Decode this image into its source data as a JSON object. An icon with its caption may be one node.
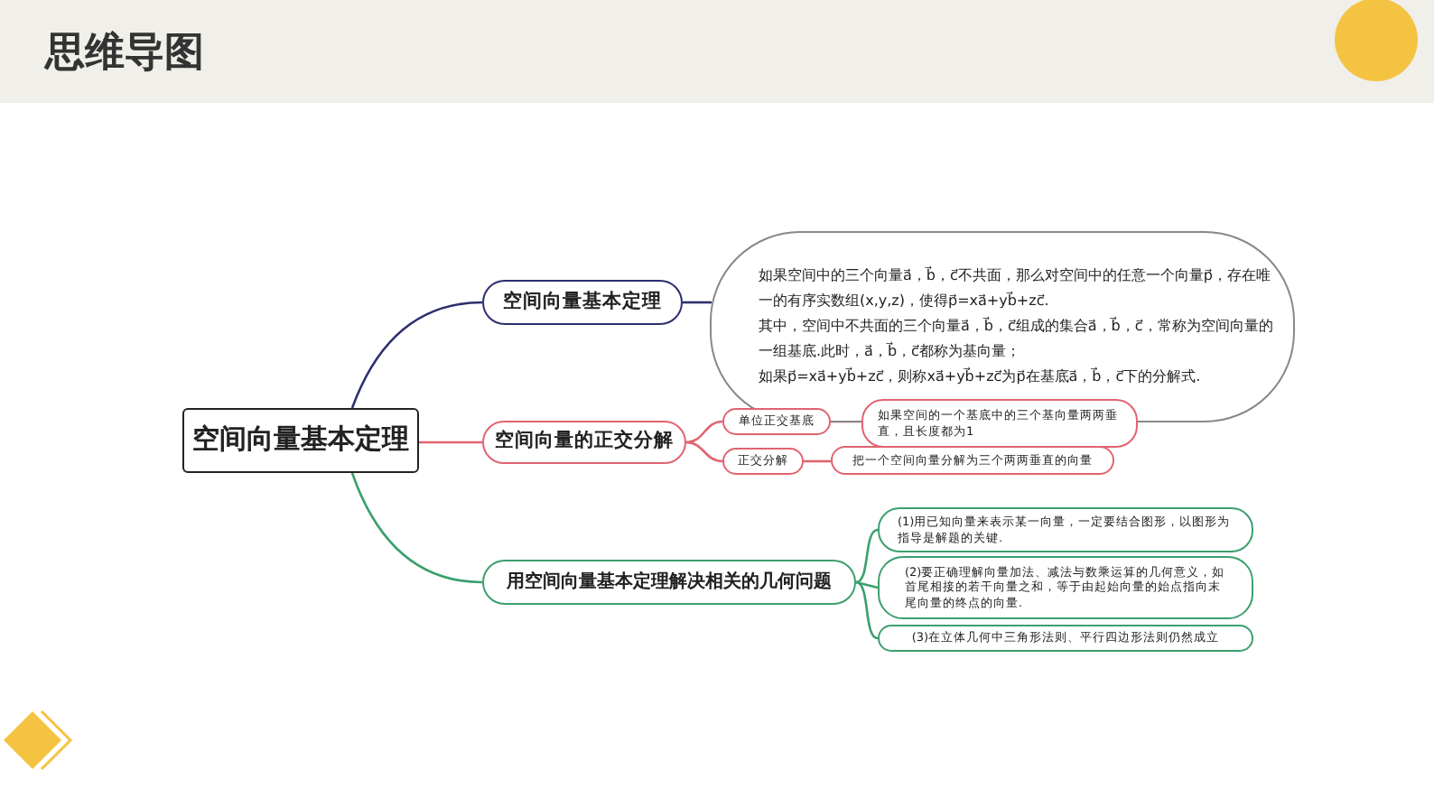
{
  "diagram": {
    "nodes": [
      {
        "text": [
          "空间向量基本定理"
        ]
      },
      {
        "text": [
          "空间向量基本定理"
        ]
      },
      {
        "text": [
          "如果空间中的三个向量a⃗，b⃗，c⃗不共面，那么对空间中的任意一个向量p⃗，存在唯一的有序实数组(x,y,z)，使得p⃗=xa⃗+yb⃗+zc⃗.",
          "其中，空间中不共面的三个向量a⃗，b⃗，c⃗组成的集合a⃗，b⃗，c⃗，常称为空间向量的一组基底.此时，a⃗，b⃗，c⃗都称为基向量；",
          "如果p⃗=xa⃗+yb⃗+zc⃗，则称xa⃗+yb⃗+zc⃗为p⃗在基底a⃗，b⃗，c⃗下的分解式."
        ]
      },
      {
        "text": [
          "空间向量的正交分解"
        ]
      },
      {
        "text": [
          "单位正交基底"
        ]
      },
      {
        "text": [
          "如果空间的一个基底中的三个基向量两两垂直，且长度都为1"
        ]
      },
      {
        "text": [
          "正交分解"
        ]
      },
      {
        "text": [
          "把一个空间向量分解为三个两两垂直的向量"
        ]
      },
      {
        "text": [
          "用空间向量基本定理解决相关的几何问题"
        ]
      },
      {
        "text": [
          "(1)用已知向量来表示某一向量，一定要结合图形，以图形为指导是解题的关键."
        ]
      },
      {
        "text": [
          "(2)要正确理解向量加法、减法与数乘运算的几何意义，如首尾相接的若干向量之和，等于由起始向量的始点指向末尾向量的终点的向量."
        ]
      },
      {
        "text": [
          "(3)在立体几何中三角形法则、平行四边形法则仍然成立"
        ]
      }
    ],
    "edges": [
      {
        "from": 0,
        "to": 1,
        "arrow": "none",
        "color": "#2d2f6e"
      },
      {
        "from": 0,
        "to": 3,
        "arrow": "none",
        "color": "#e0646f"
      },
      {
        "from": 0,
        "to": 8,
        "arrow": "none",
        "color": "#3c9f6e"
      },
      {
        "from": 1,
        "to": 2,
        "arrow": "none",
        "color": "#2d2f6e"
      },
      {
        "from": 3,
        "to": 4,
        "arrow": "none",
        "color": "#e0646f"
      },
      {
        "from": 3,
        "to": 6,
        "arrow": "none",
        "color": "#e0646f"
      },
      {
        "from": 4,
        "to": 5,
        "arrow": "none",
        "color": "#e0646f"
      },
      {
        "from": 6,
        "to": 7,
        "arrow": "none",
        "color": "#e0646f"
      },
      {
        "from": 8,
        "to": 9,
        "arrow": "none",
        "color": "#3c9f6e"
      },
      {
        "from": 8,
        "to": 10,
        "arrow": "none",
        "color": "#3c9f6e"
      },
      {
        "from": 8,
        "to": 11,
        "arrow": "none",
        "color": "#3c9f6e"
      }
    ],
    "labels": [
      "思维导图"
    ]
  }
}
